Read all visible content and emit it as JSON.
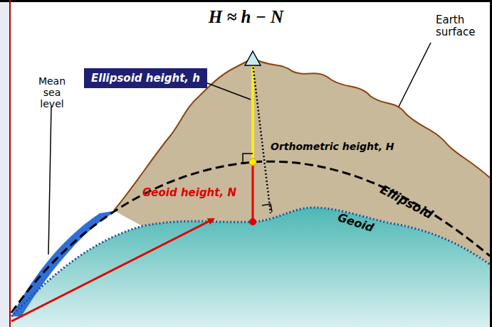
{
  "diagram": {
    "title": "H ≈ h − N",
    "nodes": [
      {
        "text": [
          "Ellipsoid height, h"
        ]
      }
    ],
    "edges": [],
    "labels": [
      "Earth surface",
      "Mean sea level",
      "Orthometric height, H",
      "Geoid height, N",
      "Ellipsoid",
      "Geoid"
    ]
  }
}
